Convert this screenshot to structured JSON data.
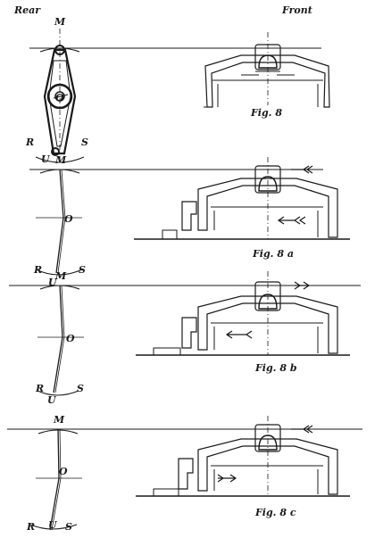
{
  "header": {
    "rear": "Rear",
    "front": "Front"
  },
  "points": {
    "m": "M",
    "o": "O",
    "r": "R",
    "s": "S",
    "u": "U"
  },
  "figures": [
    {
      "caption": "Fig. 8"
    },
    {
      "caption": "Fig. 8 a"
    },
    {
      "caption": "Fig. 8 b"
    },
    {
      "caption": "Fig. 8 c"
    }
  ],
  "colors": {
    "ink": "#1a1a1a",
    "paper": "#ffffff"
  }
}
